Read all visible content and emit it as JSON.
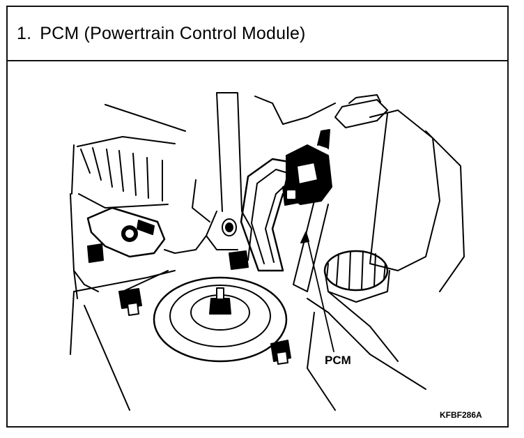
{
  "header": {
    "number": "1.",
    "title": "PCM (Powertrain Control Module)"
  },
  "illustration": {
    "callout_label": "PCM",
    "figure_code": "KFBF286A",
    "line_color": "#000000",
    "background_color": "#ffffff"
  }
}
